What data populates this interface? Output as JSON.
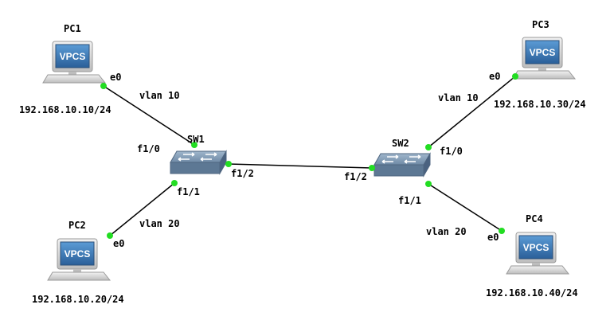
{
  "nodes": {
    "pc1": {
      "name": "PC1",
      "badge": "VPCS",
      "ip": "192.168.10.10/24"
    },
    "pc2": {
      "name": "PC2",
      "badge": "VPCS",
      "ip": "192.168.10.20/24"
    },
    "pc3": {
      "name": "PC3",
      "badge": "VPCS",
      "ip": "192.168.10.30/24"
    },
    "pc4": {
      "name": "PC4",
      "badge": "VPCS",
      "ip": "192.168.10.40/24"
    },
    "sw1": {
      "name": "SW1"
    },
    "sw2": {
      "name": "SW2"
    }
  },
  "links": {
    "pc1_sw1": {
      "vlan": "vlan 10",
      "pc_port": "e0",
      "sw_port": "f1/0"
    },
    "pc2_sw1": {
      "vlan": "vlan 20",
      "pc_port": "e0",
      "sw_port": "f1/1"
    },
    "sw1_sw2": {
      "sw1_port": "f1/2",
      "sw2_port": "f1/2"
    },
    "pc3_sw2": {
      "vlan": "vlan 10",
      "pc_port": "e0",
      "sw_port": "f1/0"
    },
    "pc4_sw2": {
      "vlan": "vlan 20",
      "pc_port": "e0",
      "sw_port": "f1/1"
    }
  },
  "colors": {
    "link": "#000000",
    "port_up": "#22dd22",
    "monitor_frame": "#d8d8d8",
    "screen": "#3a78b4",
    "switch_body": "#6f8aa6"
  }
}
